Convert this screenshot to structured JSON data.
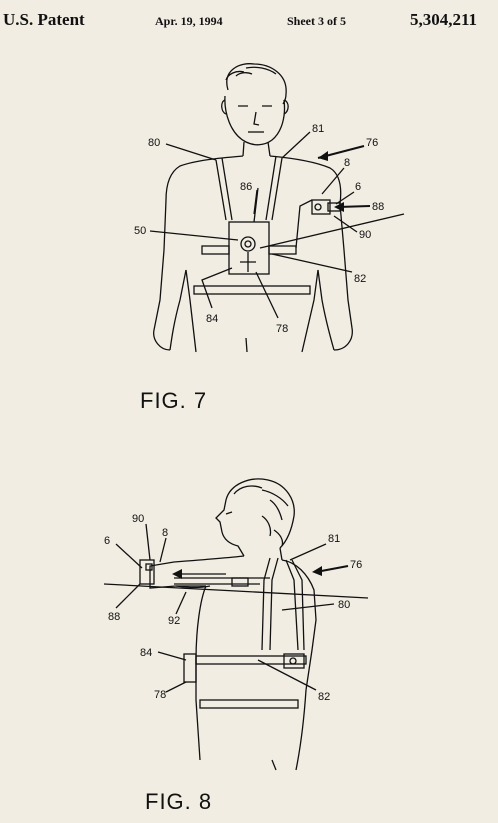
{
  "header": {
    "left": "U.S. Patent",
    "date": "Apr. 19, 1994",
    "sheet": "Sheet 3 of 5",
    "patent_number": "5,304,211"
  },
  "fig7": {
    "caption": "FIG. 7",
    "labels": {
      "l80": "80",
      "l81": "81",
      "l76": "76",
      "l8": "8",
      "l86": "86",
      "l6": "6",
      "l88": "88",
      "l50": "50",
      "l90": "90",
      "l82": "82",
      "l84": "84",
      "l78": "78"
    }
  },
  "fig8": {
    "caption": "FIG. 8",
    "labels": {
      "l90": "90",
      "l8": "8",
      "l6": "6",
      "l81": "81",
      "l76": "76",
      "l88": "88",
      "l92": "92",
      "l80": "80",
      "l84": "84",
      "l78": "78",
      "l82": "82"
    }
  }
}
